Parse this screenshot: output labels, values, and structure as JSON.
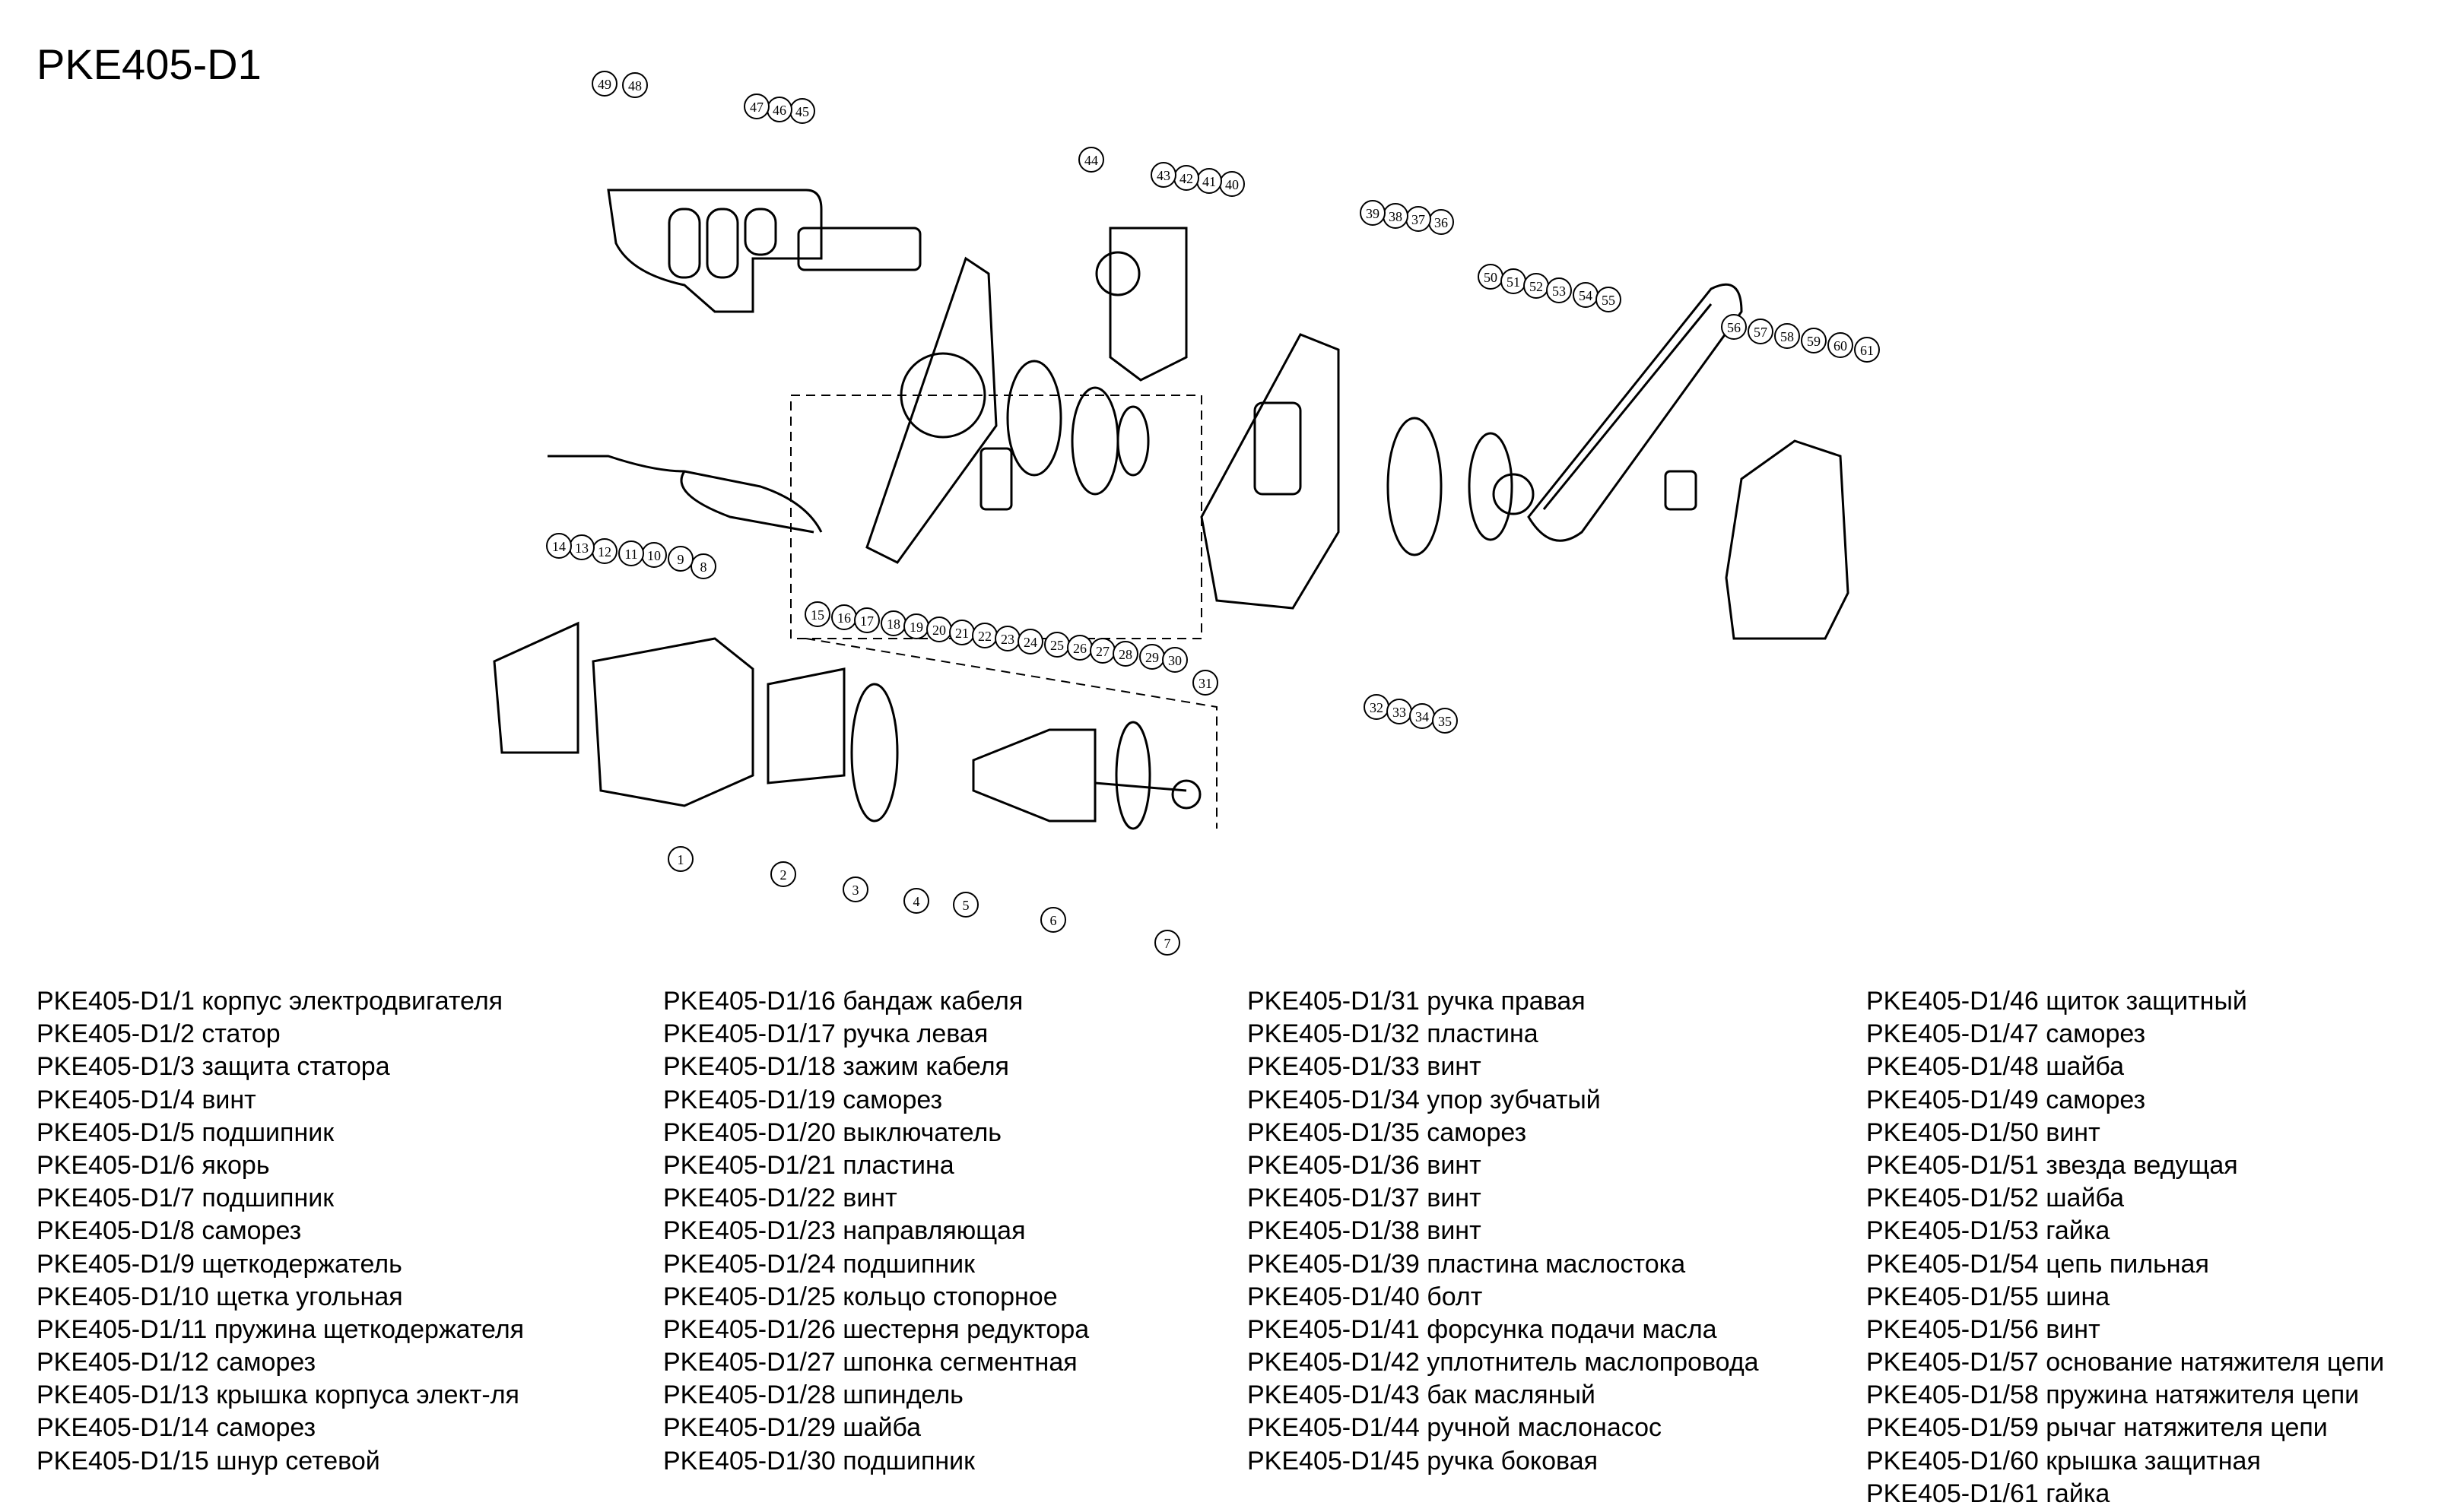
{
  "title": "PKE405-D1",
  "callouts": [
    "1",
    "2",
    "3",
    "4",
    "5",
    "6",
    "7",
    "8",
    "9",
    "10",
    "11",
    "12",
    "13",
    "14",
    "15",
    "16",
    "17",
    "18",
    "19",
    "20",
    "21",
    "22",
    "23",
    "24",
    "25",
    "26",
    "27",
    "28",
    "29",
    "30",
    "31",
    "32",
    "33",
    "34",
    "35",
    "36",
    "37",
    "38",
    "39",
    "40",
    "41",
    "42",
    "43",
    "44",
    "45",
    "46",
    "47",
    "48",
    "49",
    "50",
    "51",
    "52",
    "53",
    "54",
    "55",
    "56",
    "57",
    "58",
    "59",
    "60",
    "61"
  ],
  "legend": {
    "columns": [
      [
        "PKE405-D1/1 корпус электродвигателя",
        "PKE405-D1/2 статор",
        "PKE405-D1/3 защита статора",
        "PKE405-D1/4 винт",
        "PKE405-D1/5 подшипник",
        "PKE405-D1/6 якорь",
        "PKE405-D1/7 подшипник",
        "PKE405-D1/8 саморез",
        "PKE405-D1/9 щеткодержатель",
        "PKE405-D1/10 щетка угольная",
        "PKE405-D1/11 пружина щеткодержателя",
        "PKE405-D1/12 саморез",
        "PKE405-D1/13 крышка корпуса элект-ля",
        "PKE405-D1/14 саморез",
        "PKE405-D1/15 шнур сетевой"
      ],
      [
        "PKE405-D1/16 бандаж кабеля",
        "PKE405-D1/17 ручка левая",
        "PKE405-D1/18 зажим кабеля",
        "PKE405-D1/19 саморез",
        "PKE405-D1/20 выключатель",
        "PKE405-D1/21 пластина",
        "PKE405-D1/22 винт",
        "PKE405-D1/23 направляющая",
        "PKE405-D1/24 подшипник",
        "PKE405-D1/25 кольцо стопорное",
        "PKE405-D1/26 шестерня редуктора",
        "PKE405-D1/27 шпонка сегментная",
        "PKE405-D1/28 шпиндель",
        "PKE405-D1/29 шайба",
        "PKE405-D1/30 подшипник"
      ],
      [
        "PKE405-D1/31 ручка правая",
        "PKE405-D1/32 пластина",
        "PKE405-D1/33 винт",
        "PKE405-D1/34 упор зубчатый",
        "PKE405-D1/35 саморез",
        "PKE405-D1/36 винт",
        "PKE405-D1/37 винт",
        "PKE405-D1/38 винт",
        "PKE405-D1/39 пластина маслостока",
        "PKE405-D1/40 болт",
        "PKE405-D1/41 форсунка подачи масла",
        "PKE405-D1/42 уплотнитель маслопровода",
        "PKE405-D1/43 бак масляный",
        "PKE405-D1/44 ручной маслонасос",
        "PKE405-D1/45 ручка боковая"
      ],
      [
        "PKE405-D1/46 щиток защитный",
        "PKE405-D1/47 саморез",
        "PKE405-D1/48 шайба",
        "PKE405-D1/49 саморез",
        "PKE405-D1/50 винт",
        "PKE405-D1/51 звезда ведущая",
        "PKE405-D1/52 шайба",
        "PKE405-D1/53 гайка",
        "PKE405-D1/54 цепь пильная",
        "PKE405-D1/55 шина",
        "PKE405-D1/56 винт",
        "PKE405-D1/57 основание натяжителя цепи",
        "PKE405-D1/58 пружина натяжителя цепи",
        "PKE405-D1/59 рычаг натяжителя цепи",
        "PKE405-D1/60 крышка защитная",
        "PKE405-D1/61 гайка"
      ]
    ]
  }
}
